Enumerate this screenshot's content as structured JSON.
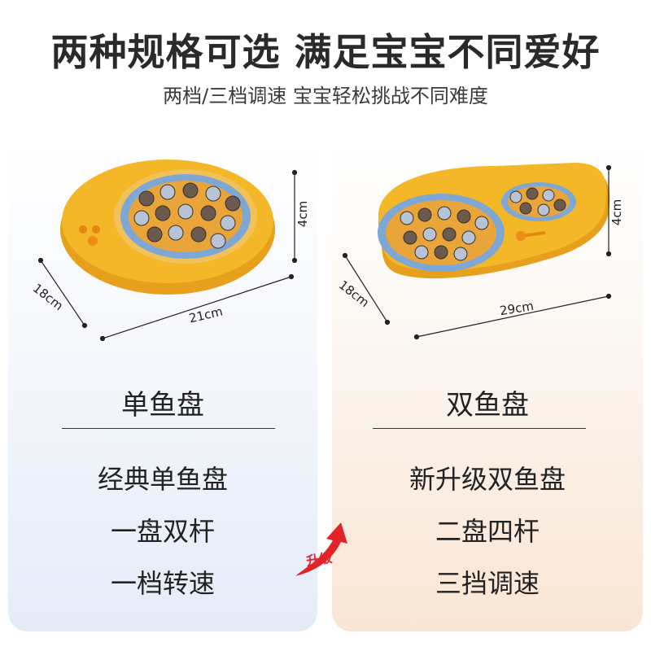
{
  "header": {
    "title": "两种规格可选 满足宝宝不同爱好",
    "subtitle": "两档/三档调速 宝宝轻松挑战不同难度"
  },
  "left": {
    "dims": {
      "height": "4cm",
      "depth": "18cm",
      "width": "21cm"
    },
    "name": "单鱼盘",
    "features": [
      "经典单鱼盘",
      "一盘双杆",
      "一档转速"
    ]
  },
  "right": {
    "dims": {
      "height": "4cm",
      "depth": "18cm",
      "width": "29cm"
    },
    "name": "双鱼盘",
    "features": [
      "新升级双鱼盘",
      "二盘四杆",
      "三挡调速"
    ]
  },
  "upgrade": {
    "label": "升级"
  },
  "colors": {
    "toy_yellow": "#f3b728",
    "toy_dark": "#e6a01c",
    "arrow_red": "#e0242a"
  }
}
